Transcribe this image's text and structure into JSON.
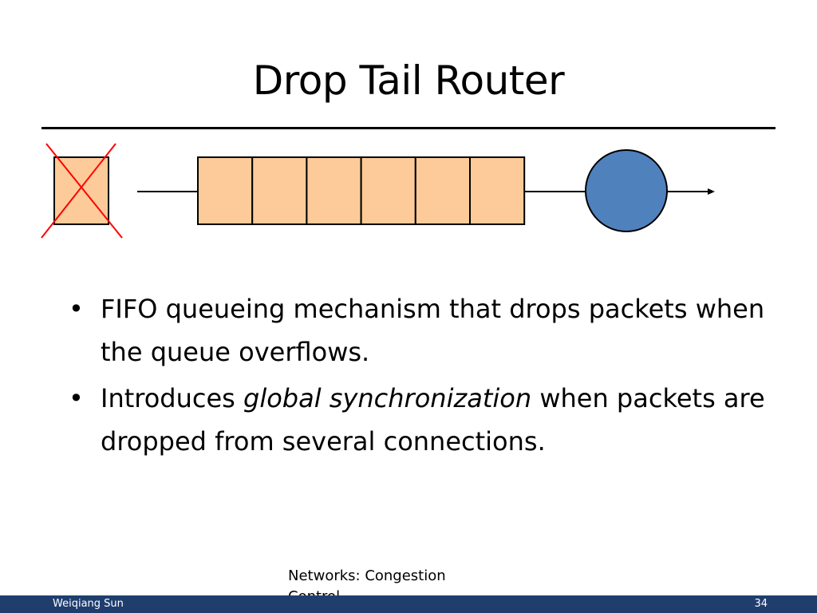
{
  "slide": {
    "title": "Drop Tail Router",
    "bullets": [
      {
        "segments": [
          {
            "text": "FIFO queueing mechanism that drops packets when the queue overflows.",
            "italic": false
          }
        ]
      },
      {
        "segments": [
          {
            "text": "Introduces ",
            "italic": false
          },
          {
            "text": "global synchronization",
            "italic": true
          },
          {
            "text": " when packets are dropped from several connections.",
            "italic": false
          }
        ]
      }
    ],
    "bullet_symbol": "•"
  },
  "diagram": {
    "queue_slots": 6,
    "dropped_packet_count": 1,
    "colors": {
      "packet_fill": "#fccb99",
      "server_fill": "#4f81bd",
      "drop_mark": "#ff0000",
      "line": "#000000"
    }
  },
  "footer": {
    "author": "Weiqiang Sun",
    "course": "Networks: Congestion Control",
    "page_number": "34",
    "bar_color": "#1f3e6e"
  }
}
